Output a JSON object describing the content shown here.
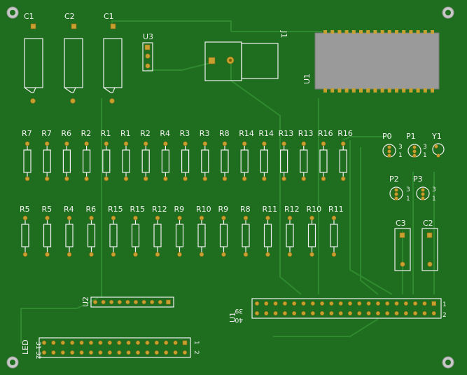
{
  "board": {
    "background": "#1f6d1f",
    "silkscreen_color": "#f2f2f2",
    "pad_color": "#c8a030",
    "mount_hole_color": "#c8c8c8"
  },
  "caps_top": [
    {
      "label": "C1"
    },
    {
      "label": "C2"
    },
    {
      "label": "C1"
    }
  ],
  "u3": {
    "label": "U3"
  },
  "j1": {
    "label": "J1"
  },
  "u1_top": {
    "label": "U1"
  },
  "resistors_row1": [
    "R7",
    "R7",
    "R6",
    "R2",
    "R1",
    "R1",
    "R2",
    "R4",
    "R3",
    "R3",
    "R8",
    "R14",
    "R14",
    "R13",
    "R13",
    "R16",
    "R16"
  ],
  "resistors_row2": [
    "R5",
    "R5",
    "R4",
    "R6",
    "R15",
    "R15",
    "R12",
    "R9",
    "R10",
    "R9",
    "R8",
    "R11",
    "R12",
    "R10",
    "R11"
  ],
  "pots": [
    {
      "label": "P0",
      "n3": "3",
      "n1": "1"
    },
    {
      "label": "P1",
      "n3": "3",
      "n1": "1"
    },
    {
      "label": "P2",
      "n3": "3",
      "n1": "1"
    },
    {
      "label": "P3",
      "n3": "3",
      "n1": "1"
    }
  ],
  "y1": {
    "label": "Y1"
  },
  "caps_right": [
    {
      "label": "C3"
    },
    {
      "label": "C2"
    }
  ],
  "u2": {
    "label": "U2"
  },
  "u1_header": {
    "label": "U1",
    "pin39": "39",
    "pin40": "40",
    "pin1": "1",
    "pin2": "2"
  },
  "led_header": {
    "label": "LED",
    "pin31": "31",
    "pin32": "32",
    "pin1": "1",
    "pin2": "2"
  }
}
